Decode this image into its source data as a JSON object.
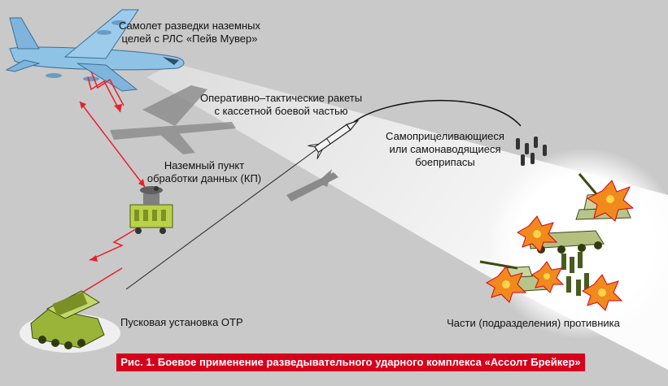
{
  "labels": {
    "aircraft": [
      "Самолет разведки наземных",
      "целей с РЛС «Пейв Мувер»"
    ],
    "missiles": [
      "Оперативно–тактические ракеты",
      "с кассетной боевой частью"
    ],
    "ground_station": [
      "Наземный пункт",
      "обработки данных (КП)"
    ],
    "munitions": [
      "Самоприцеливающиеся",
      "или самонаводящиеся",
      "боеприпасы"
    ],
    "launcher": "Пусковая установка ОТР",
    "enemy": "Части (подразделения) противника"
  },
  "caption": "Рис. 1. Боевое применение разведывательного ударного комплекса «Ассолт Брейкер»",
  "colors": {
    "background": "#c9c9c9",
    "beam": "#ffffff",
    "caption_bg": "#d6001c",
    "caption_text": "#ffffff",
    "link": "#e8202a",
    "aircraft": "#8fc3e6",
    "vehicle": "#9ab43a",
    "explosion": "#f08a1c"
  },
  "icons": [
    "aircraft-icon",
    "missile-icon",
    "ground-station-icon",
    "launcher-icon",
    "submunitions-icon",
    "tank-icon",
    "apc-icon",
    "soldiers-icon",
    "explosion-icon"
  ]
}
